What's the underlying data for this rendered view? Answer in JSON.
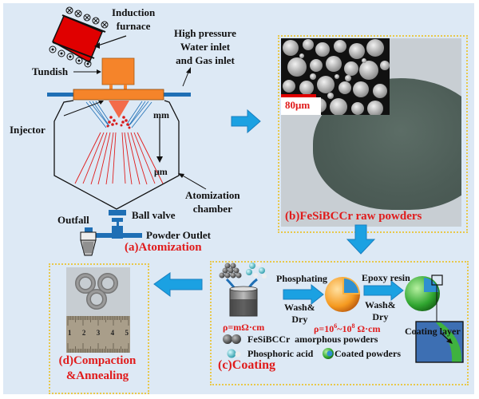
{
  "atomization": {
    "induction_furnace": "Induction\nfurnace",
    "induction_line1": "Induction",
    "induction_line2": "furnace",
    "high_pressure_line1": "High pressure",
    "high_pressure_line2": "Water inlet",
    "high_pressure_line3": "and Gas inlet",
    "tundish": "Tundish",
    "injector": "Injector",
    "mm": "mm",
    "um": "μm",
    "atomization_chamber_line1": "Atomization",
    "atomization_chamber_line2": "chamber",
    "ball_valve": "Ball valve",
    "outfall": "Outfall",
    "powder_outlet": "Powder Outlet",
    "caption": "(a)Atomization"
  },
  "raw_powders": {
    "scale_bar": "80μm",
    "caption": "(b)FeSiBCCr raw powders"
  },
  "coating": {
    "phosphating": "Phosphating",
    "wash_dry_1_line1": "Wash&",
    "wash_dry_1_line2": "Dry",
    "epoxy_resin": "Epoxy resin",
    "wash_dry_2_line1": "Wash&",
    "wash_dry_2_line2": "Dry",
    "resistivity_raw": "ρ=mΩ·cm",
    "resistivity_coated_prefix": "ρ=10",
    "resistivity_coated_exp1": "6",
    "resistivity_coated_mid": "~10",
    "resistivity_coated_exp2": "8",
    "resistivity_coated_suffix": " Ω·cm",
    "coating_layer": "Coating layer",
    "legend_fesibccr": "FeSiBCCr  amorphous powders",
    "legend_phosphoric": "Phosphoric acid",
    "legend_coated": "Coated powders",
    "caption": "(c)Coating"
  },
  "compaction": {
    "ruler_ticks": [
      "1",
      "2",
      "3",
      "4",
      "5"
    ],
    "caption_line1": "(d)Compaction",
    "caption_line2": "&Annealing"
  },
  "colors": {
    "panel_bg": "#dde9f5",
    "caption_red": "#e01b1b",
    "arrow_blue": "#1ba1e2",
    "nozzle_orange": "#f5842a",
    "pipe_blue": "#1f6fb5",
    "furnace_red": "#e00000"
  }
}
